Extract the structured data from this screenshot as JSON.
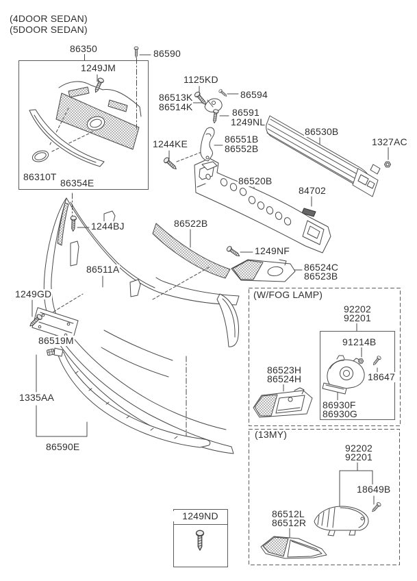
{
  "doc": {
    "type": "parts-diagram",
    "subject": "Front bumper and radiator grille exploded view"
  },
  "colors": {
    "background": "#ffffff",
    "line_art": "#474747",
    "text": "#2f2f2f",
    "box_border": "#5a5a5a",
    "dark_part_fill": "#666666"
  },
  "labels": {
    "variant_4door": "(4DOOR SEDAN)",
    "variant_5door": "(5DOOR SEDAN)",
    "p86350": "86350",
    "p86590": "86590",
    "p1249JM": "1249JM",
    "p1125KD": "1125KD",
    "p86513K": "86513K",
    "p86514K": "86514K",
    "p86594": "86594",
    "p86591": "86591",
    "p1249NL": "1249NL",
    "p86551B": "86551B",
    "p86552B": "86552B",
    "p1244KE": "1244KE",
    "p86530B": "86530B",
    "p1327AC": "1327AC",
    "p86310T": "86310T",
    "p86354E": "86354E",
    "p86520B": "86520B",
    "p84702": "84702",
    "p86522B": "86522B",
    "p1244BJ": "1244BJ",
    "p1249NF": "1249NF",
    "p86524C": "86524C",
    "p86523B": "86523B",
    "p86511A": "86511A",
    "p1249GD": "1249GD",
    "p86519M": "86519M",
    "section_fog": "(W/FOG LAMP)",
    "p92202_fog": "92202",
    "p92201_fog": "92201",
    "p91214B": "91214B",
    "p86523H": "86523H",
    "p86524H": "86524H",
    "p18647": "18647",
    "p86930F": "86930F",
    "p86930G": "86930G",
    "p1335AA": "1335AA",
    "p86590E": "86590E",
    "section_13my": "(13MY)",
    "p92202_13my": "92202",
    "p92201_13my": "92201",
    "p18649B": "18649B",
    "p86512L": "86512L",
    "p86512R": "86512R",
    "p1249ND": "1249ND"
  }
}
